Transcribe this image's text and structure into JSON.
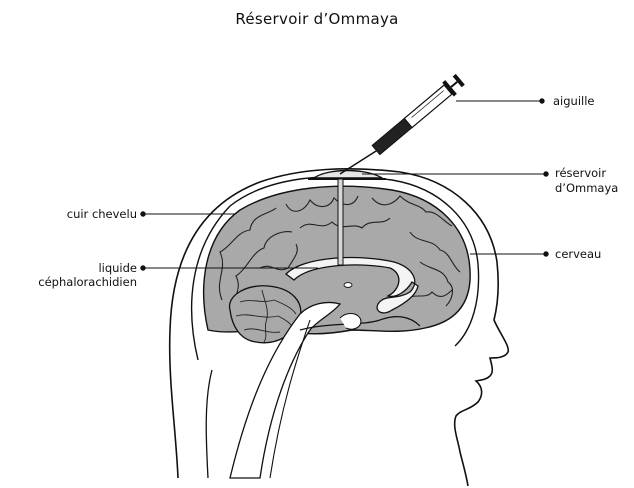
{
  "title": "Réservoir d’Ommaya",
  "labels": {
    "needle": "aiguille",
    "reservoir_line1": "réservoir",
    "reservoir_line2": "d’Ommaya",
    "brain": "cerveau",
    "scalp": "cuir chevelu",
    "csf_line1": "liquide",
    "csf_line2": "céphalorachidien"
  },
  "colors": {
    "brain_fill": "#a9a9a9",
    "ventricle_fill": "#f4f4f4",
    "line": "#111111"
  }
}
